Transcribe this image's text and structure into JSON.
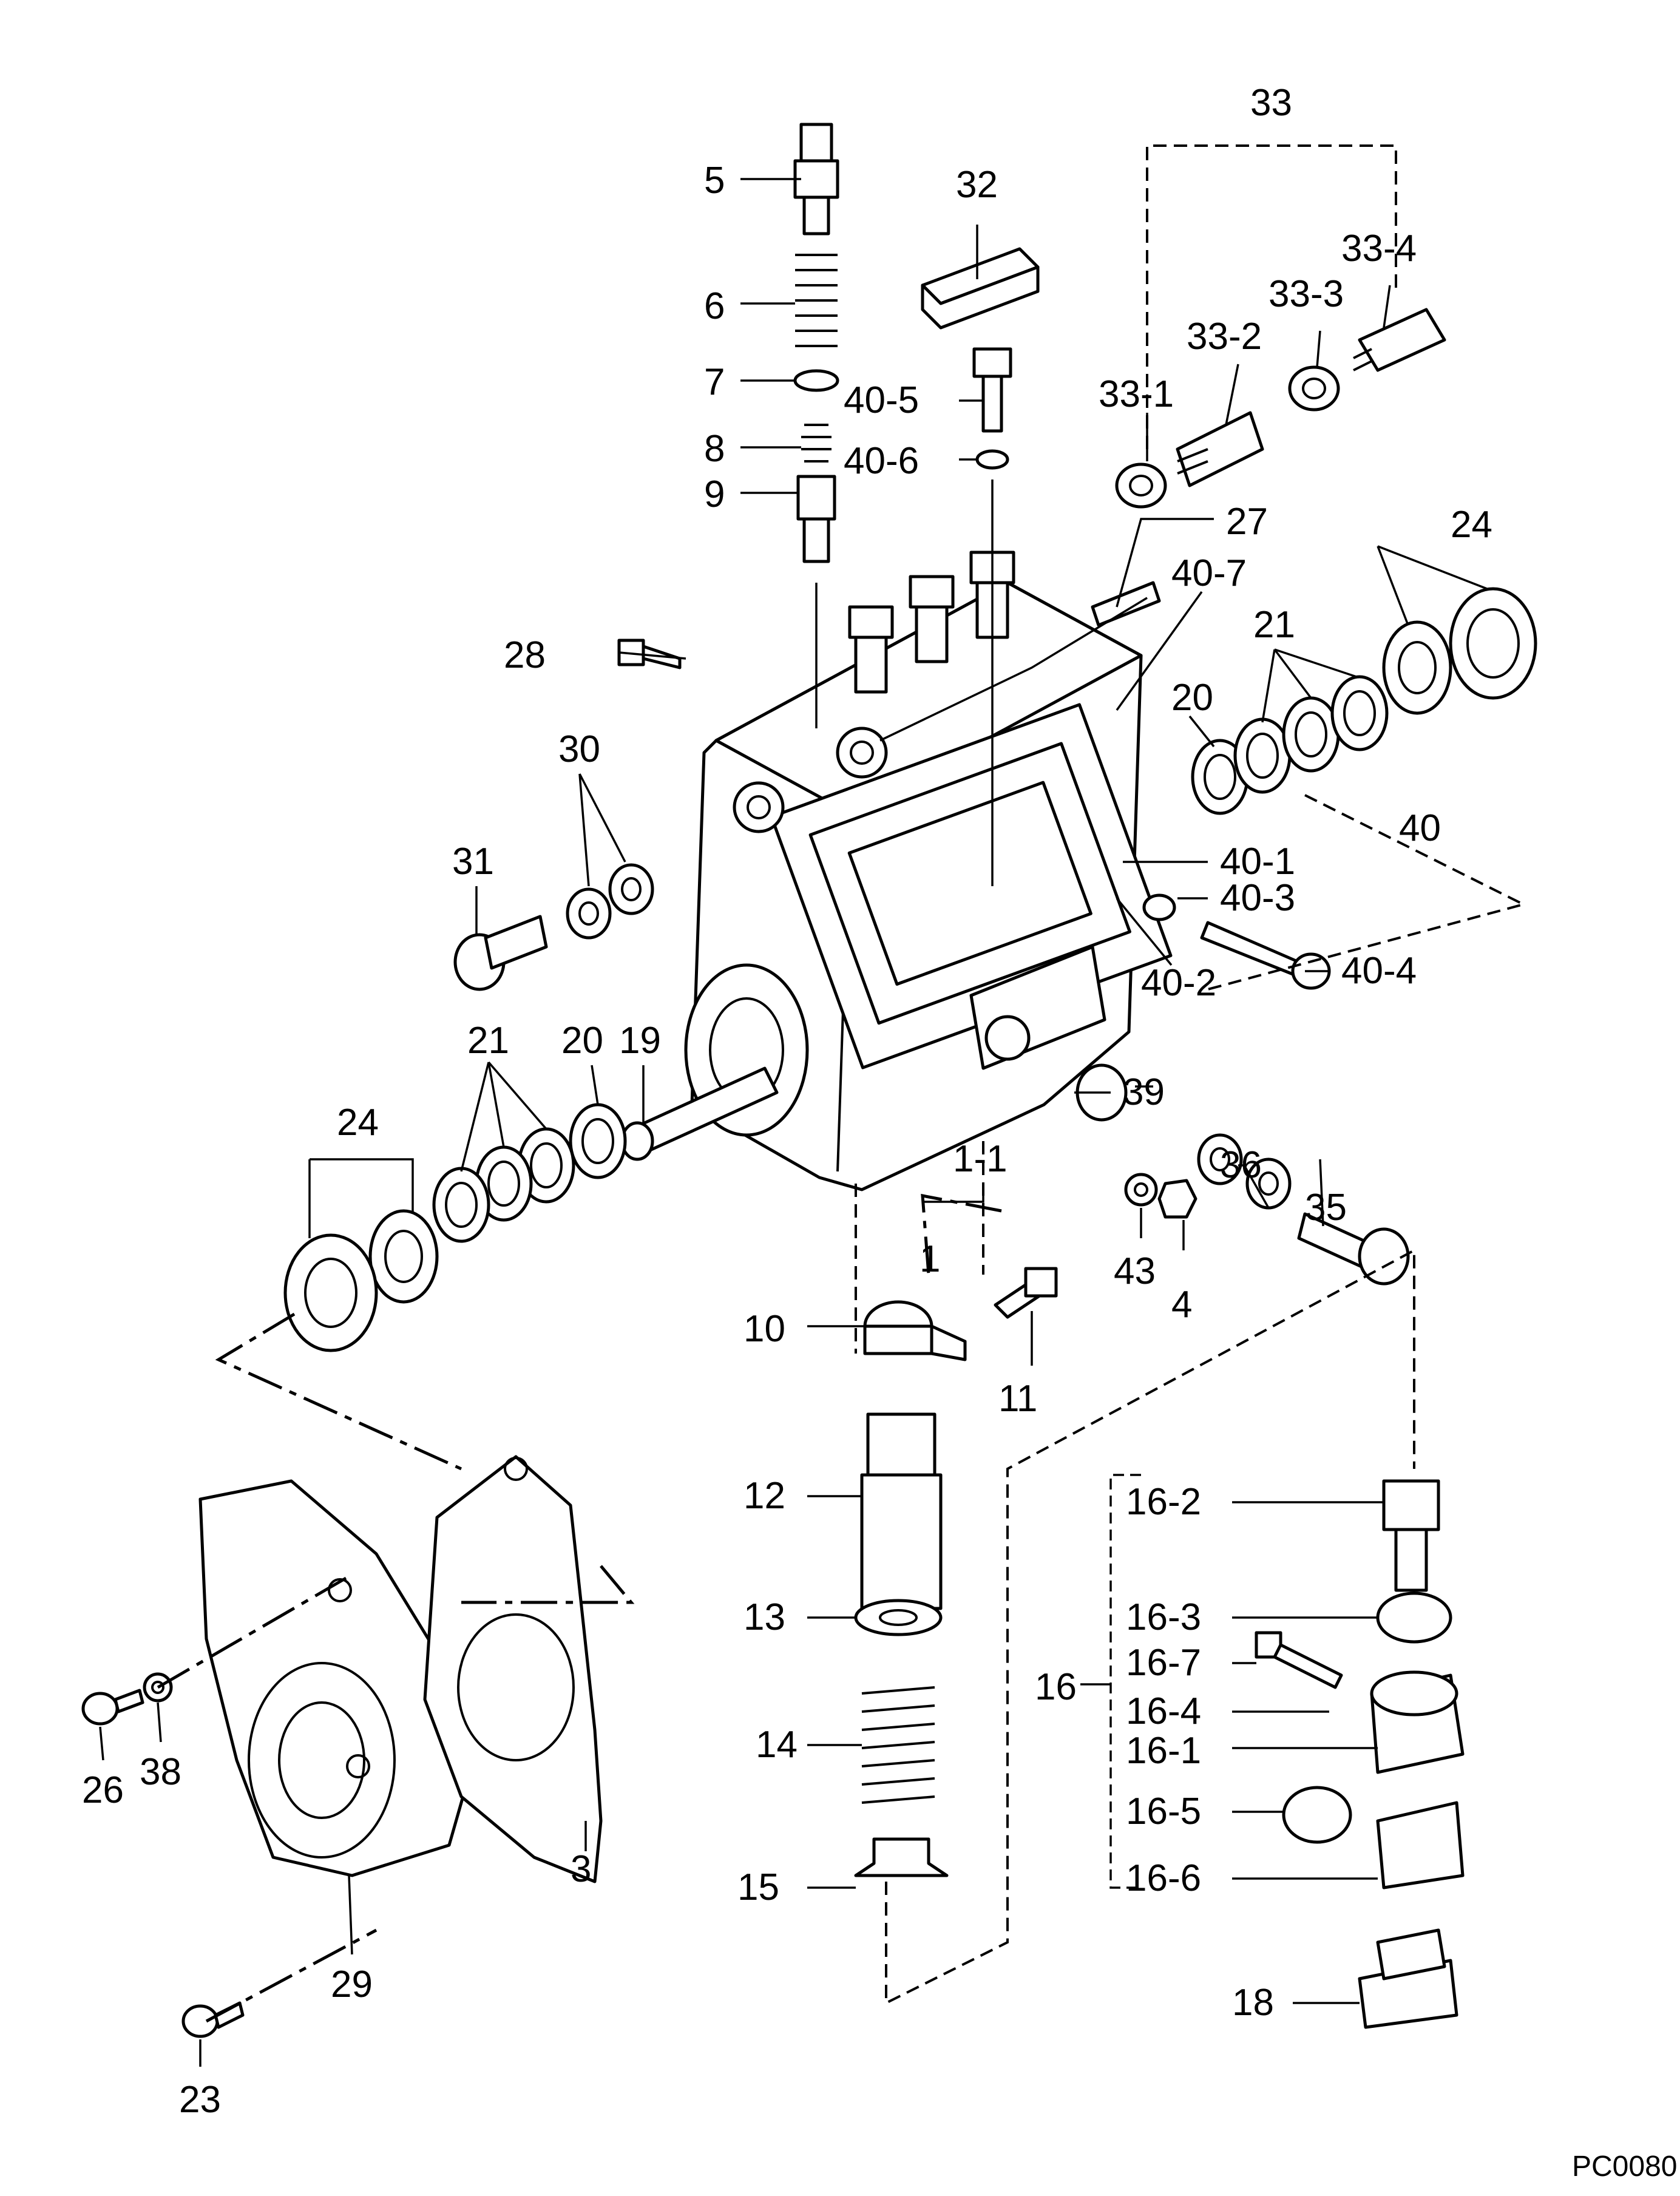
{
  "drawing": {
    "code": "PC0080"
  },
  "labels": {
    "l1": "1",
    "l1_1": "1-1",
    "l3": "3",
    "l4": "4",
    "l5": "5",
    "l6": "6",
    "l7": "7",
    "l8": "8",
    "l9": "9",
    "l10": "10",
    "l11": "11",
    "l12": "12",
    "l13": "13",
    "l14": "14",
    "l15": "15",
    "l16": "16",
    "l16_1": "16-1",
    "l16_2": "16-2",
    "l16_3": "16-3",
    "l16_4": "16-4",
    "l16_5": "16-5",
    "l16_6": "16-6",
    "l16_7": "16-7",
    "l18": "18",
    "l19": "19",
    "l20a": "20",
    "l20b": "20",
    "l21a": "21",
    "l21b": "21",
    "l23": "23",
    "l24a": "24",
    "l24b": "24",
    "l26": "26",
    "l27": "27",
    "l28": "28",
    "l29": "29",
    "l30": "30",
    "l31": "31",
    "l32": "32",
    "l33": "33",
    "l33_1": "33-1",
    "l33_2": "33-2",
    "l33_3": "33-3",
    "l33_4": "33-4",
    "l35": "35",
    "l36": "36",
    "l38": "38",
    "l39": "39",
    "l40": "40",
    "l40_1": "40-1",
    "l40_2": "40-2",
    "l40_3": "40-3",
    "l40_4": "40-4",
    "l40_5": "40-5",
    "l40_6": "40-6",
    "l40_7": "40-7",
    "l43": "43"
  }
}
